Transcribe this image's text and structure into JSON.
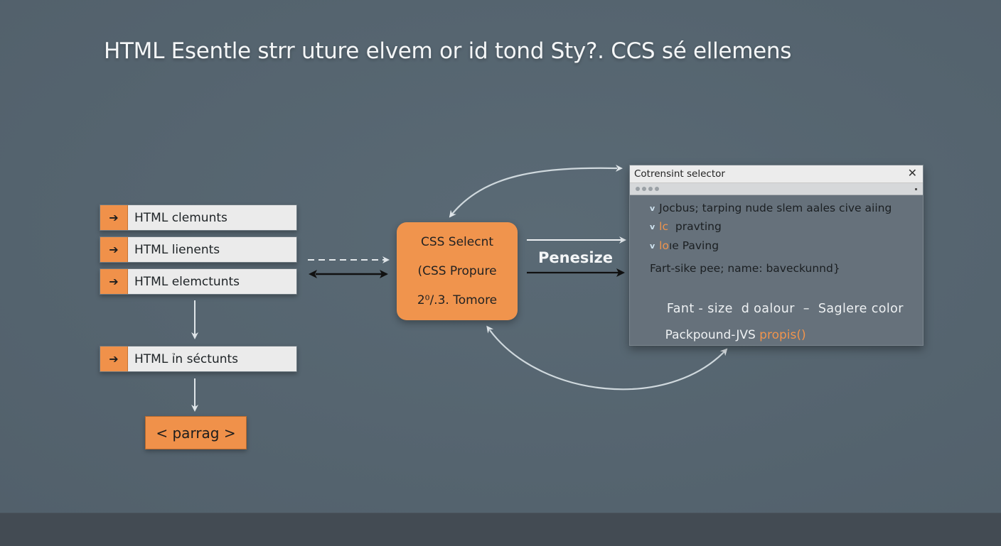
{
  "title": "HTML Esentle  strr uture elvem or id tond Sty?. CCS  sé ellemens",
  "left_list": {
    "items": [
      {
        "icon": "arrow-right-icon",
        "glyph": "➔",
        "label": "HTML clemunts"
      },
      {
        "icon": "arrow-right-icon",
        "glyph": "➔",
        "label": "HTML lienents"
      },
      {
        "icon": "arrow-right-icon",
        "glyph": "➔",
        "label": "HTML elemctunts"
      },
      {
        "icon": "arrow-right-icon",
        "glyph": "➔",
        "label": "HTML ỉn séctunts"
      }
    ],
    "terminal": "< parrag >"
  },
  "center_box": {
    "lines": [
      "CSS Selecnt",
      "(CSS Propure",
      "2⁰/.3. Tomore"
    ]
  },
  "connector_label": "Penesize",
  "panel": {
    "title": "Cotrensint selector",
    "close_glyph": "✕",
    "tree": [
      {
        "chevron": "v",
        "prefix": "",
        "text": "Jocbus; tarping nude slem aales cive aiing"
      },
      {
        "chevron": "v",
        "prefix": "lc",
        "text": "  pravting"
      },
      {
        "chevron": "v",
        "prefix": "lo",
        "text": "ıe Paving"
      }
    ],
    "properties": [
      {
        "text": "Fart-sike pee; name: baveckunnd}",
        "highlight": ""
      },
      {
        "text": "Fant - size  d oalour  –  Saglere color",
        "highlight": ""
      },
      {
        "text": "Packpound-JVS ",
        "highlight": "propis()"
      }
    ]
  },
  "colors": {
    "background": "#56656f",
    "accent_orange": "#f0914a",
    "panel": "#66717b",
    "footer": "#434b53"
  }
}
